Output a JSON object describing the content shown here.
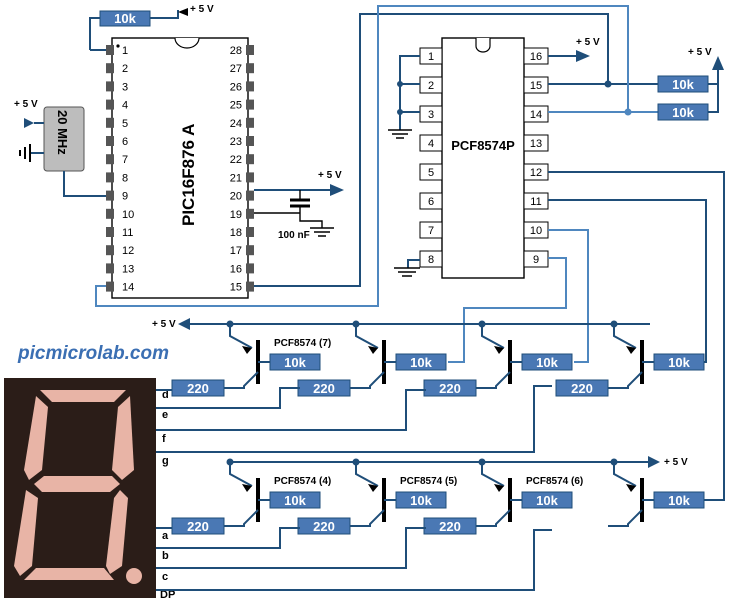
{
  "colors": {
    "wire": "#1f4e79",
    "wire_light": "#4f87bf",
    "resistor_fill": "#4a78b4",
    "segment_on": "#e8b4a6",
    "display_bg": "#2b1d18",
    "site_text": "#3b6fb3"
  },
  "site": "picmicrolab.com",
  "pic": {
    "name": "PIC16F876 A",
    "left_pins": [
      "1",
      "2",
      "3",
      "4",
      "5",
      "6",
      "7",
      "8",
      "9",
      "10",
      "11",
      "12",
      "13",
      "14"
    ],
    "right_pins": [
      "28",
      "27",
      "26",
      "25",
      "24",
      "23",
      "22",
      "21",
      "20",
      "19",
      "18",
      "17",
      "16",
      "15"
    ],
    "vcc": "+ 5 V",
    "r_pullup": "10k"
  },
  "crystal": {
    "label": "20 MHz",
    "vcc": "+ 5 V"
  },
  "cap": {
    "label": "100 nF",
    "vcc": "+ 5 V"
  },
  "pcf": {
    "name": "PCF8574P",
    "left_pins": [
      "1",
      "2",
      "3",
      "4",
      "5",
      "6",
      "7",
      "8"
    ],
    "right_pins": [
      "16",
      "15",
      "14",
      "13",
      "12",
      "11",
      "10",
      "9"
    ],
    "vcc": "+ 5 V",
    "pullup_vcc": "+ 5 V",
    "r1": "10k",
    "r2": "10k"
  },
  "top_row": {
    "vcc": "+ 5 V",
    "stages": [
      {
        "tag": "PCF8574 (7)",
        "rb": "10k",
        "rs": "220"
      },
      {
        "tag": "",
        "rb": "10k",
        "rs": "220"
      },
      {
        "tag": "",
        "rb": "10k",
        "rs": "220"
      },
      {
        "tag": "",
        "rb": "10k",
        "rs": "220"
      }
    ]
  },
  "bottom_row": {
    "vcc": "+ 5 V",
    "stages": [
      {
        "tag": "PCF8574 (4)",
        "rb": "10k",
        "rs": "220"
      },
      {
        "tag": "PCF8574 (5)",
        "rb": "10k",
        "rs": "220"
      },
      {
        "tag": "PCF8574 (6)",
        "rb": "10k",
        "rs": "220"
      },
      {
        "tag": "",
        "rb": "10k",
        "rs": ""
      }
    ]
  },
  "segments": {
    "d": "d",
    "e": "e",
    "f": "f",
    "g": "g",
    "a": "a",
    "b": "b",
    "c": "c",
    "dp": "DP"
  }
}
